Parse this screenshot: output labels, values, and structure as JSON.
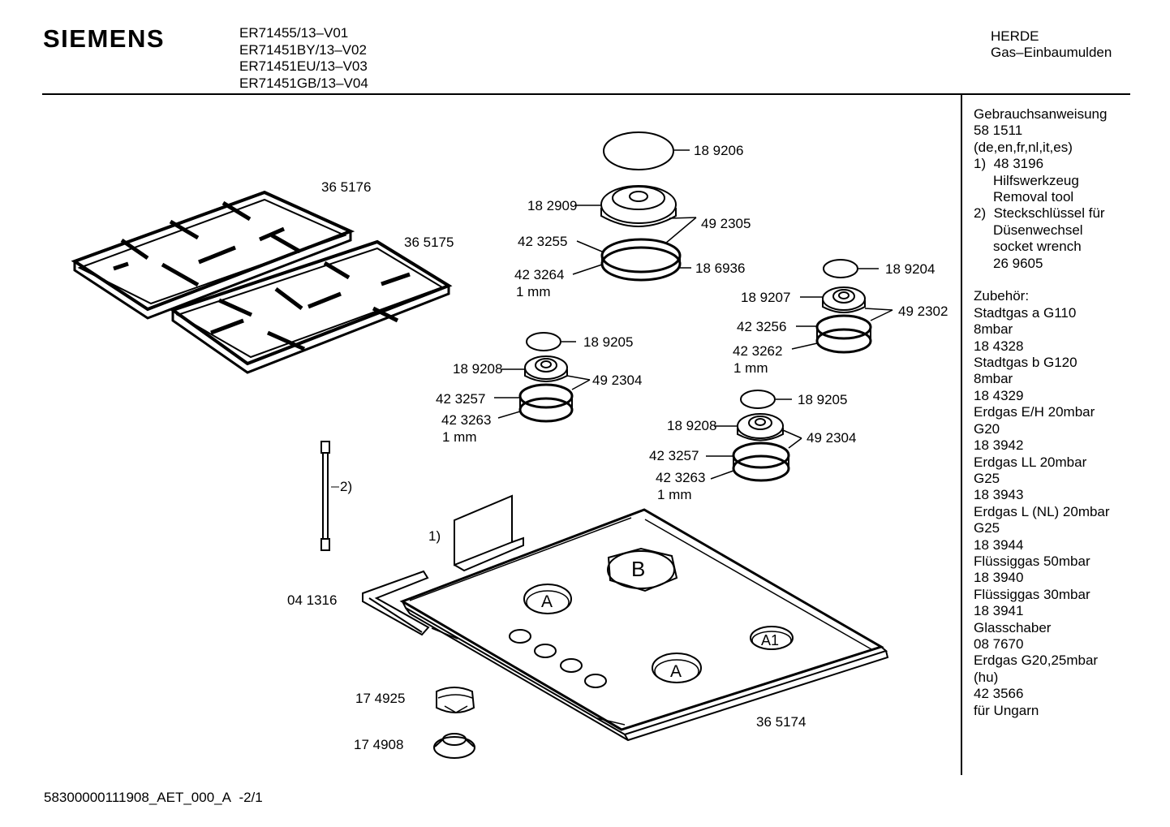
{
  "header": {
    "brand": "SIEMENS",
    "models": [
      "ER71455/13–V01",
      "ER71451BY/13–V02",
      "ER71451EU/13–V03",
      "ER71451GB/13–V04"
    ],
    "category": [
      "HERDE",
      "Gas–Einbaumulden"
    ]
  },
  "sidebar": {
    "manual_title": "Gebrauchsanweisung",
    "manual_number": "58 1511",
    "manual_languages": "(de,en,fr,nl,it,es)",
    "note1": {
      "marker": "1)",
      "number": "48 3196",
      "lines": [
        "Hilfswerkzeug",
        "Removal tool"
      ]
    },
    "note2": {
      "marker": "2)",
      "first": "Steckschlüssel für",
      "lines": [
        "Düsenwechsel",
        "socket wrench",
        "26 9605"
      ]
    },
    "accessories": [
      "Zubehör:",
      "Stadtgas a G110",
      "8mbar",
      "18 4328",
      "Stadtgas b G120",
      "8mbar",
      "18 4329",
      "Erdgas E/H 20mbar",
      "G20",
      "18 3942",
      "Erdgas LL 20mbar",
      "G25",
      "18 3943",
      "Erdgas L (NL) 20mbar",
      "G25",
      "18 3944",
      "Flüssiggas 50mbar",
      "18 3940",
      "Flüssiggas 30mbar",
      "18 3941",
      "Glasschaber",
      "08 7670",
      "Erdgas G20,25mbar",
      "(hu)",
      "42 3566",
      "für Ungarn"
    ]
  },
  "parts": {
    "grate_left": "36 5176",
    "grate_right": "36 5175",
    "cap_large": "18 9206",
    "head_large": "18 2909",
    "set_large": "49 2305",
    "ring_large_a": "42 3255",
    "ring_large_b": "42 3264",
    "size_large": "1 mm",
    "seal_large": "18 6936",
    "cap_right": "18 9204",
    "head_right": "18 9207",
    "set_right": "49 2302",
    "ring_right_a": "42 3256",
    "ring_right_b": "42 3262",
    "size_right": "1 mm",
    "cap_mid_left": "18 9205",
    "head_mid_left": "18 9208",
    "set_mid_left": "49 2304",
    "ring_mid_left_a": "42 3257",
    "ring_mid_left_b": "42 3263",
    "size_mid_left": "1 mm",
    "cap_mid_right": "18 9205",
    "head_mid_right": "18 9208",
    "set_mid_right": "49 2304",
    "ring_mid_right_a": "42 3257",
    "ring_mid_right_b": "42 3263",
    "size_mid_right": "1 mm",
    "wrench_marker": "2)",
    "tool_marker": "1)",
    "corner_strip": "04 1316",
    "knob": "17 4925",
    "knob_cap": "17 4908",
    "hob_top": "36 5174",
    "burner_letters": {
      "large": "B",
      "small_left": "A",
      "small_front": "A",
      "small_right": "A1"
    }
  },
  "footer": {
    "doc_id": "58300000111908_AET_000_A",
    "page": "-2/1"
  }
}
